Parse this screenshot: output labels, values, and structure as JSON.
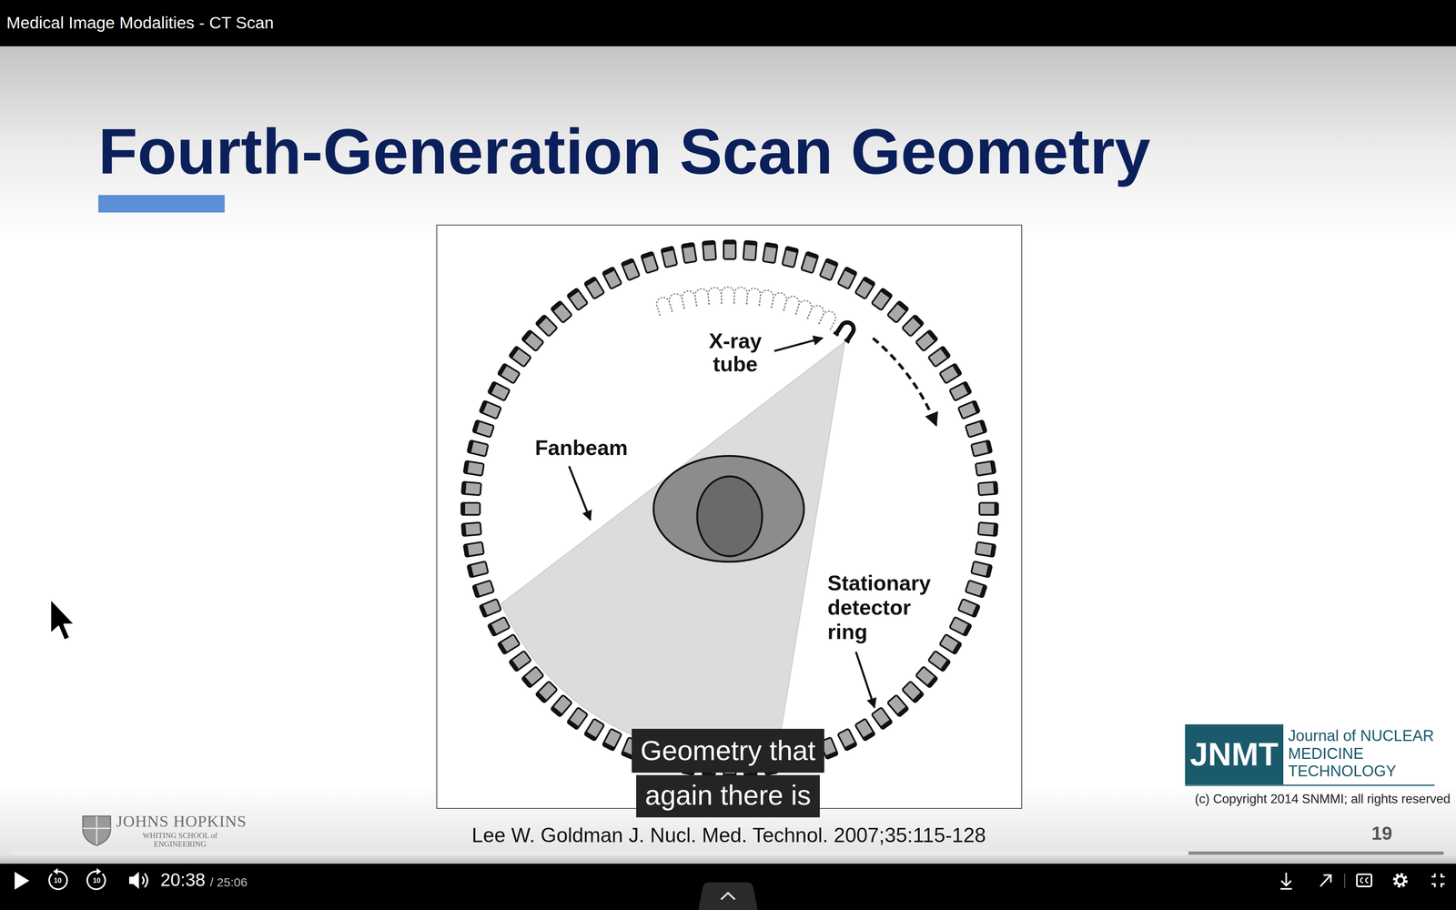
{
  "diagram": {
    "title": "Fourth-Generation Scan Geometry",
    "caption": "Lee W. Goldman J. Nucl. Med. Technol. 2007;35:115-128",
    "nodes": [
      {
        "text": [
          "Geometry that"
        ]
      },
      {
        "text": [
          "again there is"
        ]
      },
      {
        "text": [
          "JNMT"
        ]
      }
    ],
    "labels": [
      "Medical Image Modalities - CT Scan",
      "X-ray tube",
      "Fanbeam",
      "Stationary detector ring",
      "Journal of NUCLEAR MEDICINE TECHNOLOGY",
      "(c) Copyright 2014 SNMMI; all rights reserved",
      "JOHNS HOPKINS",
      "WHITING SCHOOL of ENGINEERING",
      "19",
      "10",
      "10",
      "20:38",
      "/ 25:06"
    ]
  }
}
